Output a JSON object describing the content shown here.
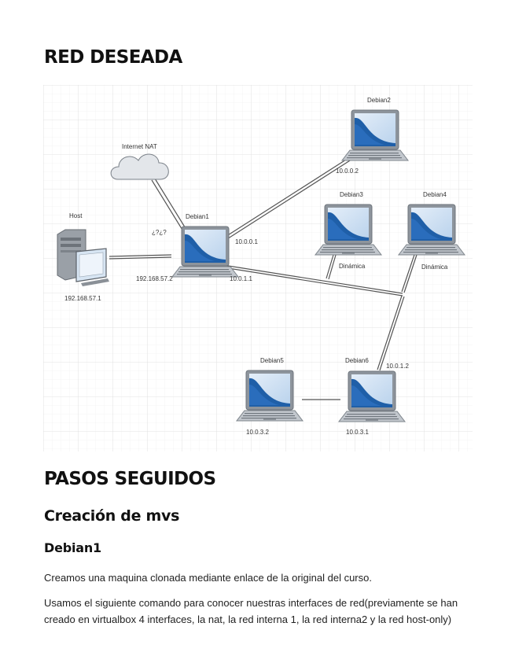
{
  "headings": {
    "red_deseada": "RED DESEADA",
    "pasos_seguidos": "PASOS SEGUIDOS",
    "creacion": "Creación de mvs",
    "debian1": "Debian1"
  },
  "paragraphs": {
    "p1": "Creamos una maquina clonada mediante enlace de la original del curso.",
    "p2": "Usamos el siguiente comando para conocer nuestras interfaces de red(previamente se han creado en virtualbox 4 interfaces, la nat, la red interna 1, la red interna2 y la red host-only)"
  },
  "diagram": {
    "cloud_label": "Internet NAT",
    "host_label": "Host",
    "host_ip": "192.168.57.1",
    "debian1_label": "Debian1",
    "debian1_nat_ip": "¿?¿?",
    "debian1_host_ip": "192.168.57.2",
    "debian1_ip_a": "10.0.0.1",
    "debian1_ip_b": "10.0.1.1",
    "debian2_label": "Debian2",
    "debian2_ip": "10.0.0.2",
    "debian3_label": "Debian3",
    "debian3_ip": "Dinámica",
    "debian4_label": "Debian4",
    "debian4_ip": "Dinámica",
    "debian5_label": "Debian5",
    "debian5_ip": "10.0.3.2",
    "debian6_label": "Debian6",
    "debian6_ip_a": "10.0.1.2",
    "debian6_ip_b": "10.0.3.1"
  },
  "colors": {
    "screen_blue": "#1f5fa8",
    "screen_light": "#cfe2f5",
    "laptop_body": "#a7adb5",
    "grid": "#e6e6e6"
  }
}
